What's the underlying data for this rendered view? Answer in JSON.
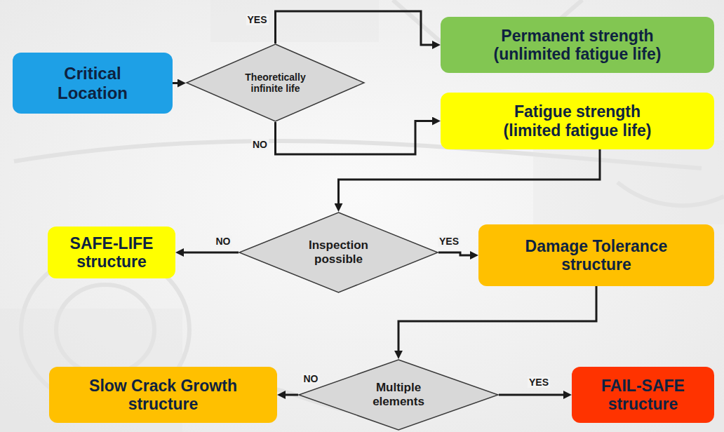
{
  "diagram": {
    "nodes": [
      {
        "text": [
          "Critical Location"
        ]
      },
      {
        "text": [
          "Theoretically infinite life"
        ]
      },
      {
        "text": [
          "Permanent strength (unlimited fatigue life)"
        ]
      },
      {
        "text": [
          "Fatigue strength (limited fatigue life)"
        ]
      },
      {
        "text": [
          "SAFE-LIFE structure"
        ]
      },
      {
        "text": [
          "Inspection possible"
        ]
      },
      {
        "text": [
          "Damage Tolerance structure"
        ]
      },
      {
        "text": [
          "Slow Crack Growth structure"
        ]
      },
      {
        "text": [
          "Multiple elements"
        ]
      },
      {
        "text": [
          "FAIL-SAFE structure"
        ]
      }
    ],
    "edges": [
      {
        "from": 0,
        "to": 1,
        "arrow": "to"
      },
      {
        "from": 1,
        "to": 2,
        "label": "YES",
        "arrow": "to"
      },
      {
        "from": 1,
        "to": 3,
        "label": "NO",
        "arrow": "to"
      },
      {
        "from": 3,
        "to": 5,
        "arrow": "to"
      },
      {
        "from": 5,
        "to": 4,
        "label": "NO",
        "arrow": "to"
      },
      {
        "from": 5,
        "to": 6,
        "label": "YES",
        "arrow": "to"
      },
      {
        "from": 6,
        "to": 8,
        "arrow": "to"
      },
      {
        "from": 8,
        "to": 7,
        "label": "NO",
        "arrow": "to"
      },
      {
        "from": 8,
        "to": 9,
        "label": "YES",
        "arrow": "to"
      }
    ]
  }
}
